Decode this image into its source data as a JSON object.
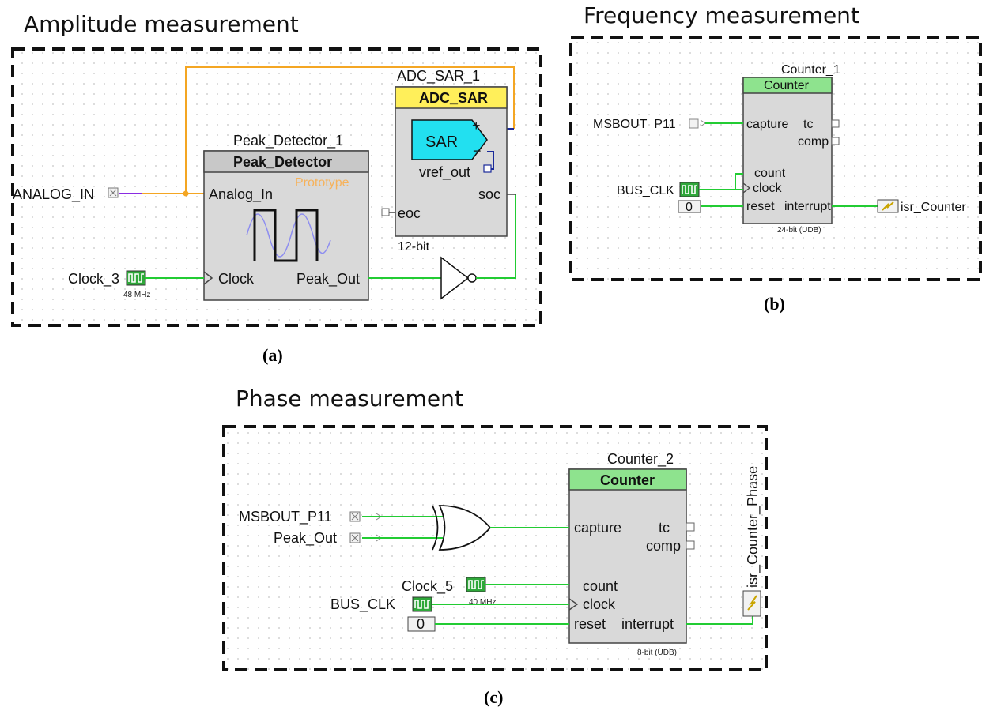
{
  "panel_a": {
    "title": "Amplitude measurement",
    "caption": "(a)",
    "analog_in": "ANALOG_IN",
    "clock_name": "Clock_3",
    "clock_freq": "48 MHz",
    "peak_instance": "Peak_Detector_1",
    "peak_type": "Peak_Detector",
    "peak_proto": "Prototype",
    "peak_pin_in": "Analog_In",
    "peak_pin_clock": "Clock",
    "peak_pin_out": "Peak_Out",
    "adc_instance": "ADC_SAR_1",
    "adc_type": "ADC_SAR",
    "adc_sar": "SAR",
    "adc_vref": "vref_out",
    "adc_soc": "soc",
    "adc_eoc": "eoc",
    "adc_res": "12-bit"
  },
  "panel_b": {
    "title": "Frequency  measurement",
    "caption": "(b)",
    "counter_instance": "Counter_1",
    "counter_type": "Counter",
    "pin_capture": "capture",
    "pin_tc": "tc",
    "pin_comp": "comp",
    "pin_count": "count",
    "pin_clock": "clock",
    "pin_reset": "reset",
    "pin_interrupt": "interrupt",
    "counter_res": "24-bit (UDB)",
    "input_name": "MSBOUT_P11",
    "bus_clk": "BUS_CLK",
    "reset_value": "0",
    "isr_name": "isr_Counter"
  },
  "panel_c": {
    "title": "Phase measurement",
    "caption": "(c)",
    "counter_instance": "Counter_2",
    "counter_type": "Counter",
    "pin_capture": "capture",
    "pin_tc": "tc",
    "pin_comp": "comp",
    "pin_count": "count",
    "pin_clock": "clock",
    "pin_reset": "reset",
    "pin_interrupt": "interrupt",
    "counter_res": "8-bit (UDB)",
    "input1_name": "MSBOUT_P11",
    "input2_name": "Peak_Out",
    "clock_name": "Clock_5",
    "clock_freq": "40 MHz",
    "bus_clk": "BUS_CLK",
    "reset_value": "0",
    "isr_name": "isr_Counter_Phase"
  },
  "colors": {
    "wire_green": "#22cc33",
    "wire_orange": "#f4a623",
    "wire_blue": "#1a2a9a",
    "header_gray": "#c8c8c8",
    "header_yellow": "#ffef5a",
    "header_green": "#8ee38e",
    "sar_cyan": "#22e0f0",
    "prototype_orange": "#f6b25b"
  }
}
